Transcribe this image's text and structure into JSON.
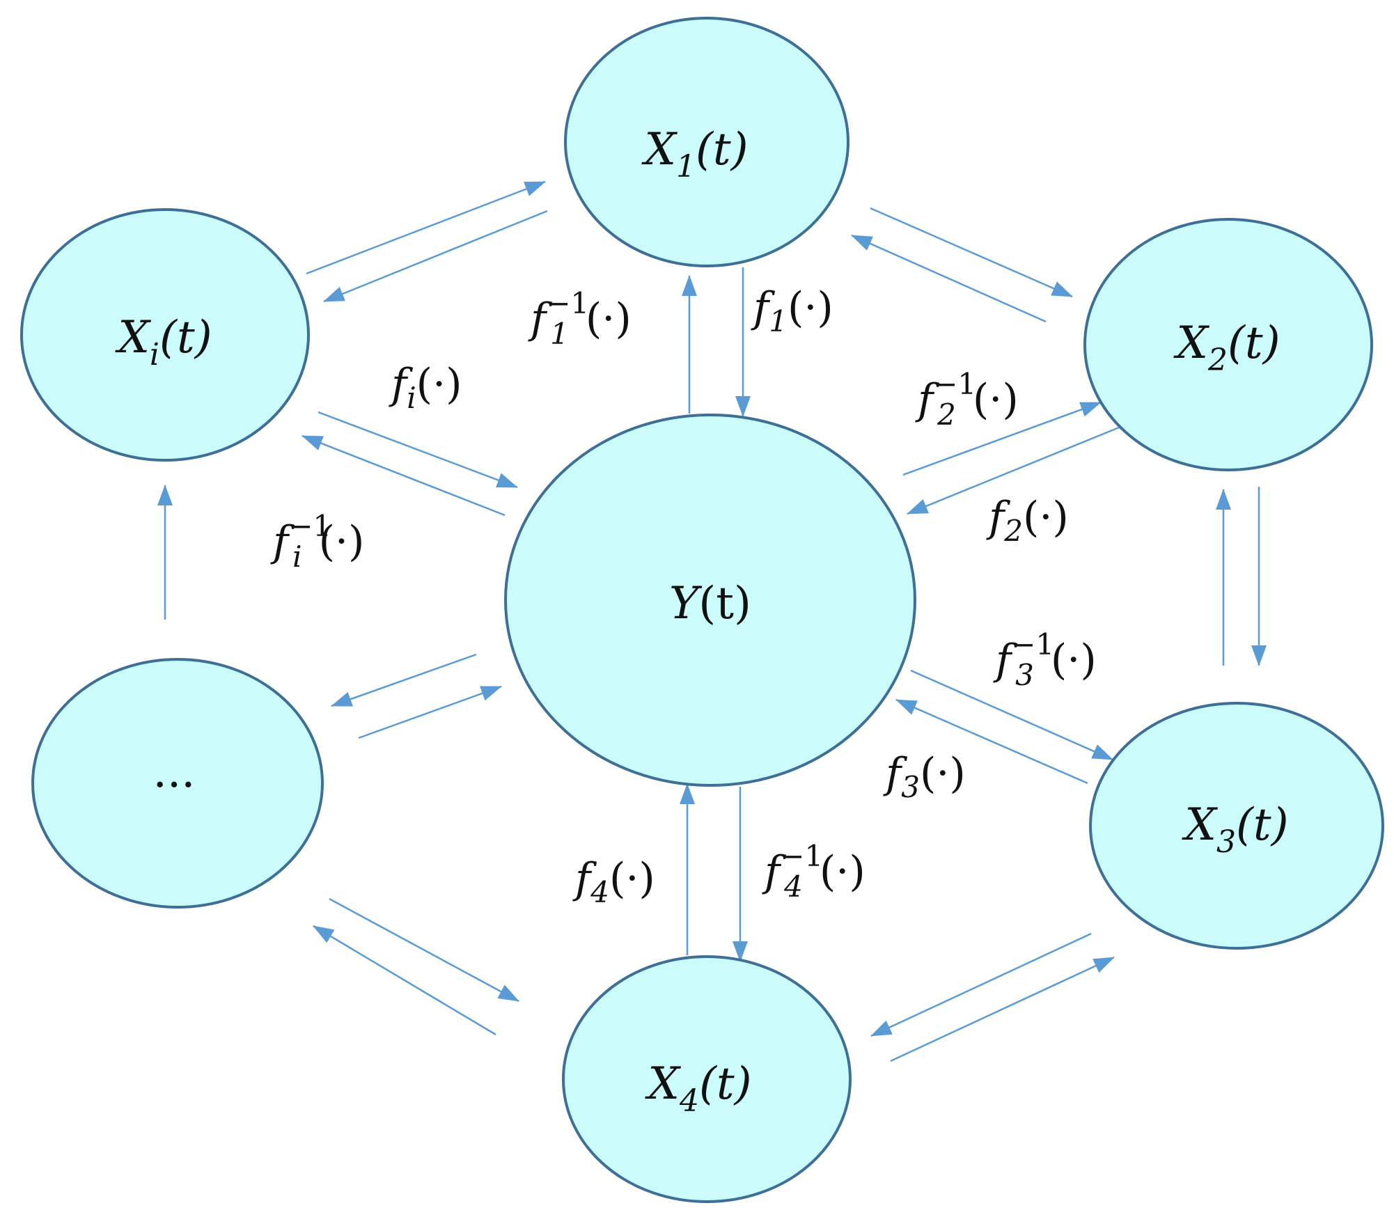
{
  "nodes": {
    "y": {
      "name": "Y",
      "arg": "(t)"
    },
    "x1": {
      "name": "X",
      "sub": "1",
      "arg": "(t)"
    },
    "x2": {
      "name": "X",
      "sub": "2",
      "arg": "(t)"
    },
    "x3": {
      "name": "X",
      "sub": "3",
      "arg": "(t)"
    },
    "x4": {
      "name": "X",
      "sub": "4",
      "arg": "(t)"
    },
    "xi": {
      "name": "X",
      "sub": "i",
      "arg": "(t)"
    },
    "ellipsis": {
      "text": "..."
    }
  },
  "functions": {
    "f1": {
      "f": "f",
      "sub": "1",
      "sup": "",
      "arg": "(·)"
    },
    "f1inv": {
      "f": "f",
      "sub": "1",
      "sup": "−1",
      "arg": "(·)"
    },
    "f2": {
      "f": "f",
      "sub": "2",
      "sup": "",
      "arg": "(·)"
    },
    "f2inv": {
      "f": "f",
      "sub": "2",
      "sup": "−1",
      "arg": "(·)"
    },
    "f3": {
      "f": "f",
      "sub": "3",
      "sup": "",
      "arg": "(·)"
    },
    "f3inv": {
      "f": "f",
      "sub": "3",
      "sup": "−1",
      "arg": "(·)"
    },
    "f4": {
      "f": "f",
      "sub": "4",
      "sup": "",
      "arg": "(·)"
    },
    "f4inv": {
      "f": "f",
      "sub": "4",
      "sup": "−1",
      "arg": "(·)"
    },
    "fi": {
      "f": "f",
      "sub": "i",
      "sup": "",
      "arg": "(·)"
    },
    "fiinv": {
      "f": "f",
      "sub": "i",
      "sup": "−1",
      "arg": "(·)"
    }
  },
  "colors": {
    "node_fill": "#ccfbfc",
    "node_stroke": "#3e6f96",
    "arrow": "#5b9bd5"
  }
}
